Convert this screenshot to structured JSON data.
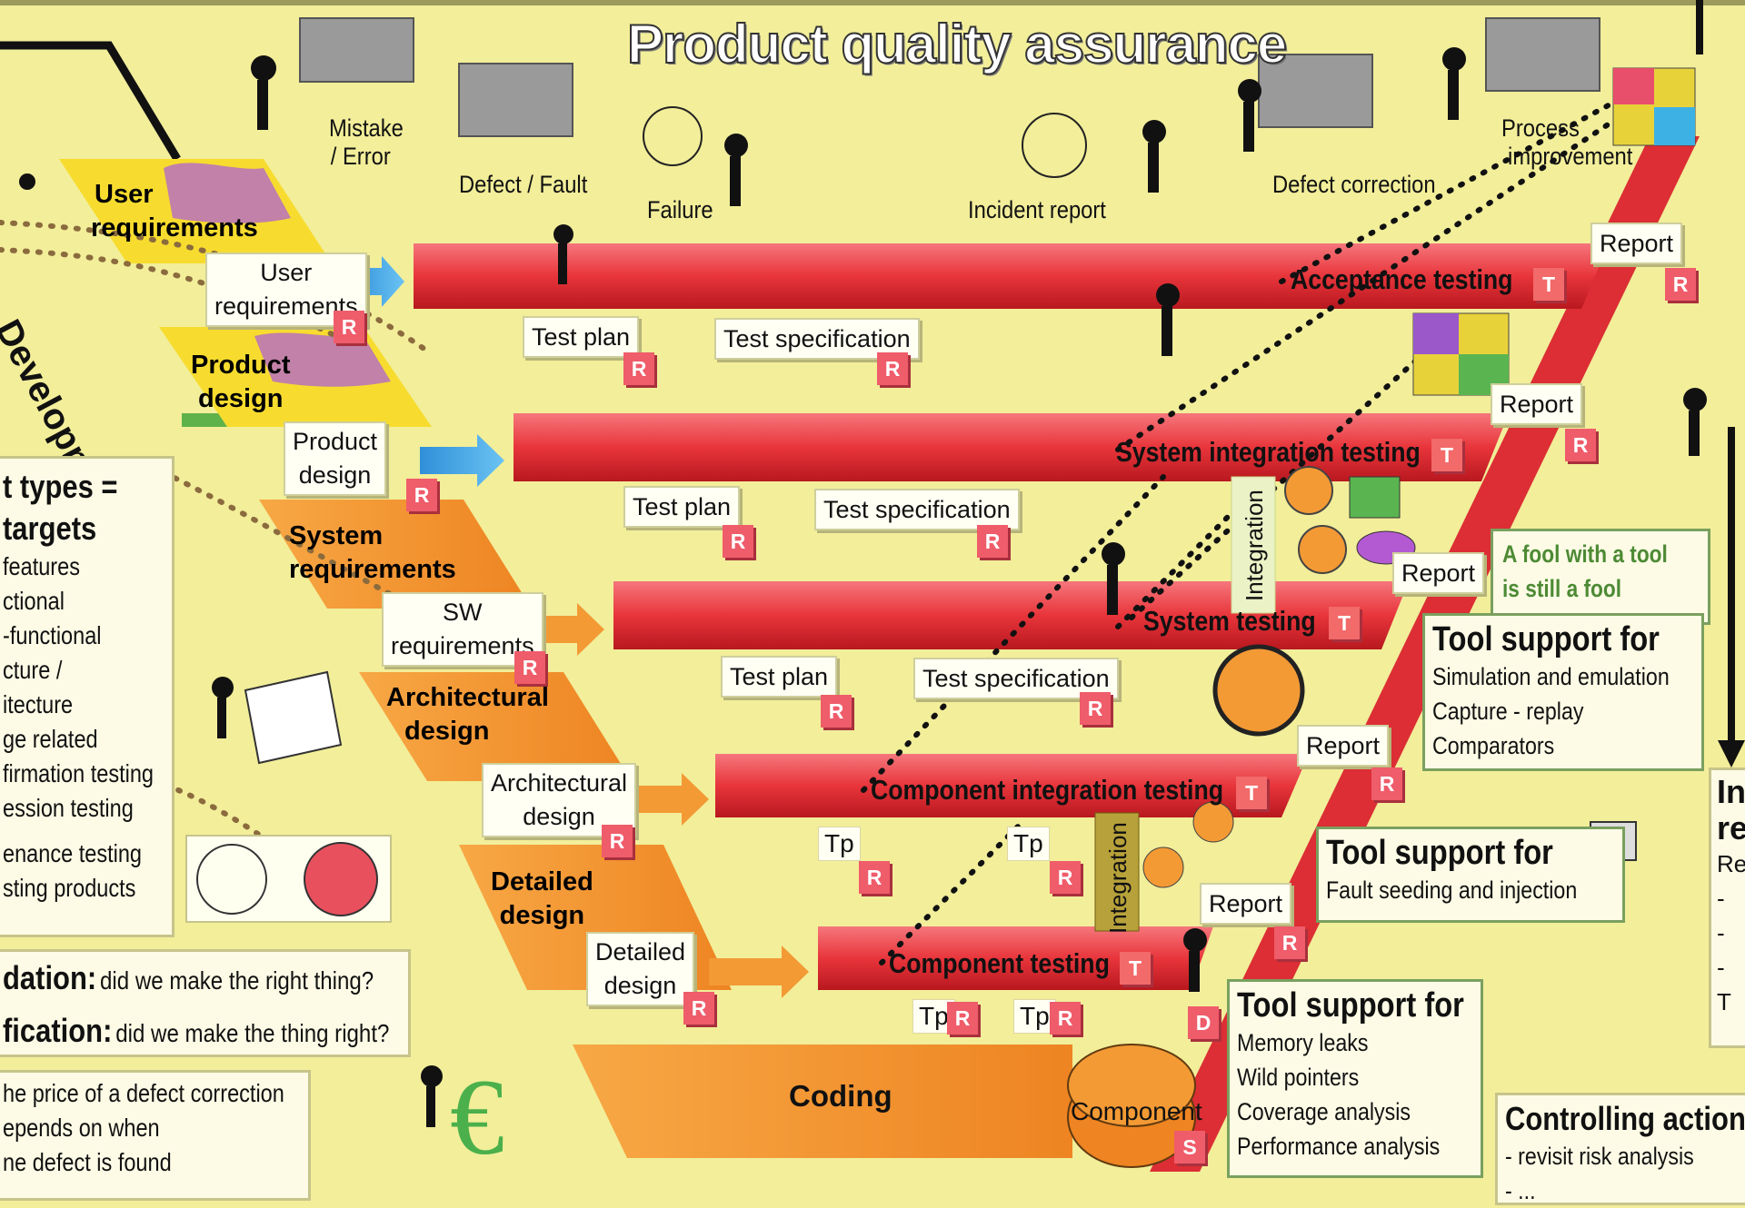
{
  "title": "Product quality assurance",
  "top_labels": {
    "mistake": [
      "Mistake",
      "/ Error"
    ],
    "defect": "Defect / Fault",
    "failure": "Failure",
    "incident": "Incident report",
    "correction": "Defect correction",
    "process": [
      "Process",
      "improvement"
    ]
  },
  "development_label": "Development",
  "phases": [
    {
      "label": [
        "User",
        "requirements"
      ]
    },
    {
      "label": [
        "Product",
        "design"
      ]
    },
    {
      "label": [
        "System",
        "requirements"
      ]
    },
    {
      "label": [
        "Architectural",
        "design"
      ]
    },
    {
      "label": [
        "Detailed",
        "design"
      ]
    }
  ],
  "docs": {
    "user_req": [
      "User",
      "requirements"
    ],
    "product_design": [
      "Product",
      "design"
    ],
    "sw_req": [
      "SW",
      "requirements"
    ],
    "arch_design": [
      "Architectural",
      "design"
    ],
    "detailed_design": [
      "Detailed",
      "design"
    ]
  },
  "levels": [
    {
      "name": "Acceptance testing",
      "badge": "T"
    },
    {
      "name": "System integration testing",
      "badge": "T"
    },
    {
      "name": "System testing",
      "badge": "T"
    },
    {
      "name": "Component integration testing",
      "badge": "T"
    },
    {
      "name": "Component testing",
      "badge": "T"
    }
  ],
  "test_plan": "Test plan",
  "test_spec": "Test specification",
  "tp": "Tp",
  "report": "Report",
  "badge_r": "R",
  "badge_d": "D",
  "badge_s": "S",
  "integration": "Integration",
  "coding": "Coding",
  "component": "Component",
  "quote": [
    "A fool with a tool",
    "is still a fool"
  ],
  "tool_panels": [
    {
      "title": "Tool support for",
      "items": [
        "Simulation and emulation",
        "Capture - replay",
        "Comparators"
      ]
    },
    {
      "title": "Tool support for",
      "items": [
        "Fault seeding and injection"
      ]
    },
    {
      "title": "Tool support for",
      "items": [
        "Memory leaks",
        "Wild pointers",
        "Coverage analysis",
        "Performance analysis"
      ]
    }
  ],
  "test_types": {
    "title": [
      "t types =",
      "targets"
    ],
    "items": [
      "features",
      "ctional",
      "-functional",
      "cture /",
      "itecture",
      "ge related",
      "firmation testing",
      "ession testing",
      "enance testing",
      "sting products"
    ]
  },
  "validation": {
    "term": "dation:",
    "text": "did we make the right thing?"
  },
  "verification": {
    "term": "fication:",
    "text": "did we make the thing right?"
  },
  "price": [
    "he price of a defect correction",
    "epends on when",
    "ne defect is found"
  ],
  "controlling": {
    "title": "Controlling action",
    "items": [
      "- revisit risk analysis",
      "- ..."
    ]
  },
  "right_cut": [
    "Inc",
    "rep",
    "Re",
    "-",
    "-",
    "-",
    "T"
  ],
  "colors": {
    "background": "#f2ee9a",
    "bar": "#e8353b",
    "phase": "#f39a35",
    "user_phase": "#f7dc2f",
    "panel_border": "#7aa05f",
    "badge": "#ef5c6a"
  }
}
